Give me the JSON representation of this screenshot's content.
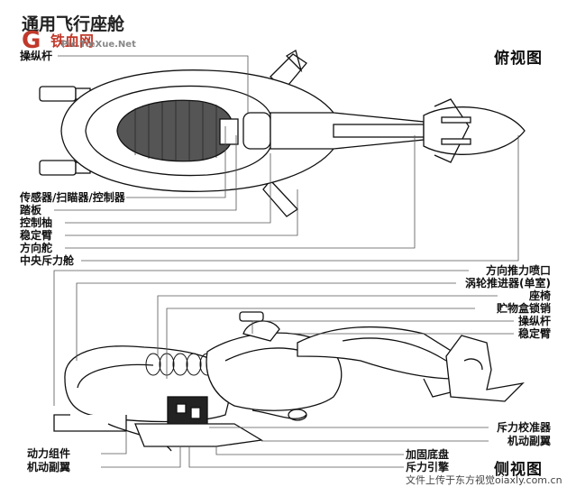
{
  "watermark": {
    "title_fragment": "通用飞行座舱",
    "brand": "铁血网",
    "url": "Pic.TieXue.Net",
    "footer": "文件上传于东方视觉oiaxly.com.cn",
    "brand_color": "#c0392b"
  },
  "views": {
    "top": "俯视图",
    "side": "侧视图"
  },
  "top_labels": [
    "操纵杆",
    "传感器/扫瞄器/控制器",
    "踏板",
    "控制柚",
    "稳定臂",
    "方向舵",
    "中央斥力舱"
  ],
  "side_labels_right": [
    "方向推力喷口",
    "涡轮推进器(单室)",
    "座椅",
    "贮物盒锁销",
    "操纵杆",
    "稳定臂",
    "斥力校准器",
    "机动副翼"
  ],
  "side_labels_bottom": [
    "动力组件",
    "机动副翼",
    "加固底盘",
    "斥力引擎"
  ]
}
